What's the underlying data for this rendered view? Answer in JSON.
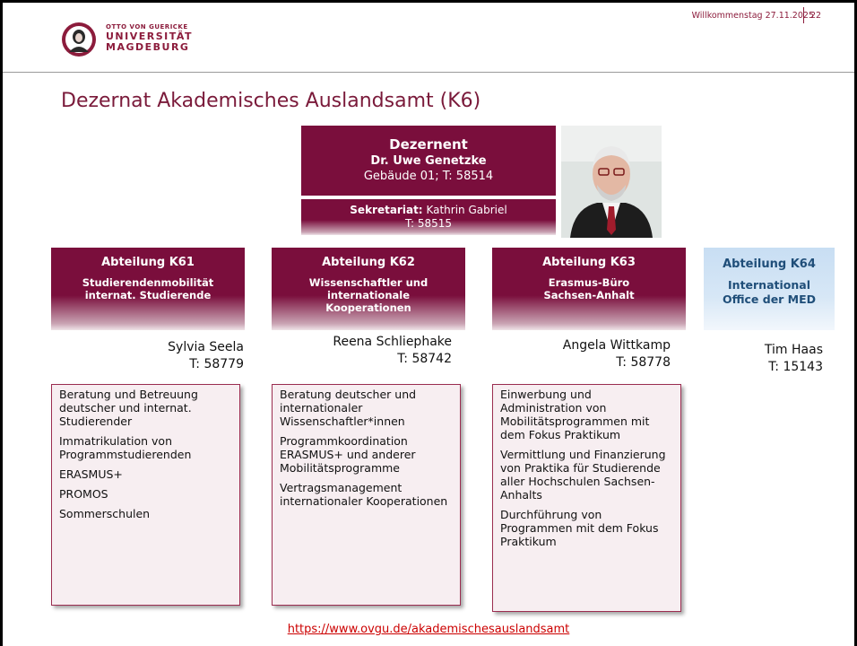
{
  "header": {
    "logo": {
      "line1": "OTTO VON GUERICKE",
      "line2": "UNIVERSITÄT",
      "line3": "MAGDEBURG",
      "icon": "university-seal-icon"
    },
    "event": "Willkommenstag 27.11.2025",
    "page_number": "22"
  },
  "title": "Dezernat Akademisches Auslandsamt (K6)",
  "dezernent": {
    "role": "Dezernent",
    "name": "Dr. Uwe Genetzke",
    "contact": "Gebäude 01; T: 58514",
    "secretariat_label": "Sekretariat:",
    "secretariat_name": "Kathrin Gabriel",
    "secretariat_phone": "T: 58515"
  },
  "departments": [
    {
      "heading": "Abteilung K61",
      "line1": "Studierendenmobilität",
      "line2": "internat. Studierende",
      "contact_name": "Sylvia Seela",
      "contact_phone": "T: 58779",
      "tasks": [
        "Beratung und Betreuung deutscher und internat. Studierender",
        "Immatrikulation von Programmstudierenden",
        "ERASMUS+",
        "PROMOS",
        "Sommerschulen"
      ]
    },
    {
      "heading": "Abteilung K62",
      "line1": "Wissenschaftler und",
      "line2": "internationale",
      "line3": "Kooperationen",
      "contact_name": "Reena Schliephake",
      "contact_phone": "T: 58742",
      "tasks": [
        "Beratung deutscher und internationaler Wissenschaftler*innen",
        "Programmkoordination ERASMUS+ und anderer Mobilitätsprogramme",
        "Vertragsmanagement internationaler Kooperationen"
      ]
    },
    {
      "heading": "Abteilung K63",
      "line1": "Erasmus-Büro",
      "line2": "Sachsen-Anhalt",
      "contact_name": "Angela Wittkamp",
      "contact_phone": "T: 58778",
      "tasks": [
        "Einwerbung und Administration von Mobilitätsprogrammen mit dem Fokus Praktikum",
        "Vermittlung und Finanzierung von Praktika für Studierende aller Hochschulen Sachsen-Anhalts",
        "Durchführung von Programmen mit dem Fokus Praktikum"
      ]
    },
    {
      "heading": "Abteilung K64",
      "line1": "International",
      "line2": "Office der MED",
      "contact_name": "Tim Haas",
      "contact_phone": "T: 15143"
    }
  ],
  "footer_link": "https://www.ovgu.de/akademischesauslandsamt",
  "colors": {
    "brand": "#7a0e3c",
    "med_box": "#d7e7f6",
    "task_box": "#f7eef1",
    "link": "#cc0000"
  }
}
